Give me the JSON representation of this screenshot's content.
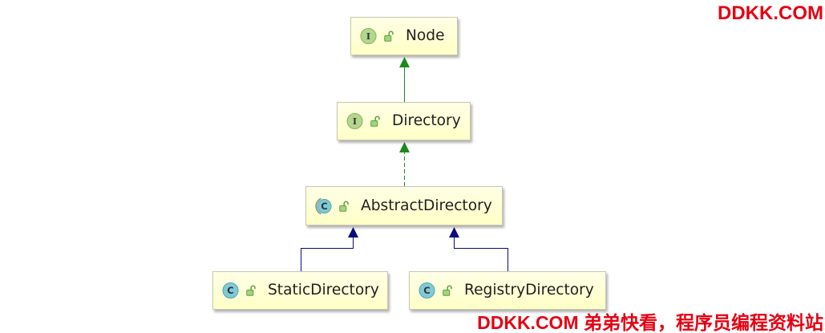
{
  "watermark": {
    "top": "DDKK.COM",
    "bottom": "DDKK.COM 弟弟快看，程序员编程资料站"
  },
  "colors": {
    "watermark": "#e60012",
    "node_fill_top": "#ffffe6",
    "node_fill_bottom": "#ffffc7",
    "node_border": "#c8c8ad",
    "node_text": "#1f1f1f",
    "interface_icon": "#b3d78e",
    "interface_icon_border": "#87b45f",
    "class_icon": "#80c9d6",
    "class_icon_border": "#4ba7b7",
    "abstract_mark": "#8c8c8c",
    "icon_letter": "#323232",
    "lock": "#5e9f40",
    "lock_fill": "#a2d47d"
  },
  "diagram": {
    "nodes": [
      {
        "name": "Node",
        "icon": "interface-icon",
        "badge": "I",
        "visibility_icon": "open-lock-icon"
      },
      {
        "name": "Directory",
        "icon": "interface-icon",
        "badge": "I",
        "visibility_icon": "open-lock-icon"
      },
      {
        "name": "AbstractDirectory",
        "icon": "abstract-class-icon",
        "badge": "C",
        "visibility_icon": "open-lock-icon"
      },
      {
        "name": "StaticDirectory",
        "icon": "class-icon",
        "badge": "C",
        "visibility_icon": "open-lock-icon"
      },
      {
        "name": "RegistryDirectory",
        "icon": "class-icon",
        "badge": "C",
        "visibility_icon": "open-lock-icon"
      }
    ],
    "edges": [
      {
        "from": 1,
        "to": 0,
        "dashed": false,
        "color": "#1a8a1a"
      },
      {
        "from": 2,
        "to": 1,
        "dashed": true,
        "color": "#1a8a1a"
      },
      {
        "from": 3,
        "to": 2,
        "dashed": false,
        "color": "#0a0a80"
      },
      {
        "from": 4,
        "to": 2,
        "dashed": false,
        "color": "#0a0a80"
      }
    ]
  }
}
